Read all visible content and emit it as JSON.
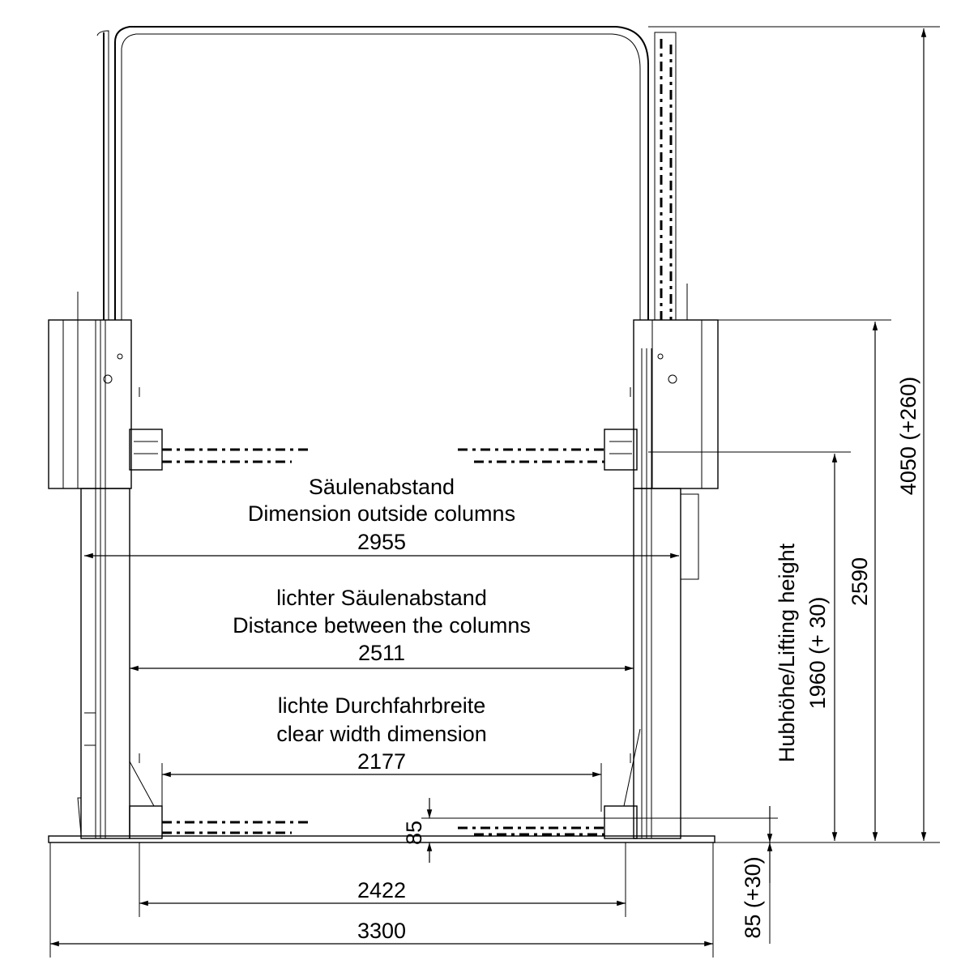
{
  "dimensions": {
    "outside_columns": {
      "label_de": "Säulenabstand",
      "label_en": "Dimension outside columns",
      "value": "2955"
    },
    "between_columns": {
      "label_de": "lichter Säulenabstand",
      "label_en": "Distance between the columns",
      "value": "2511"
    },
    "clear_width": {
      "label_de": "lichte Durchfahrbreite",
      "label_en": "clear width dimension",
      "value": "2177"
    },
    "base_inner": {
      "value": "2422"
    },
    "base_total": {
      "value": "3300"
    },
    "arm_height": {
      "value": "85"
    },
    "floor_offset": {
      "value": "85 (+30)"
    },
    "lifting_height": {
      "label": "Hubhöhe/Lifting height",
      "value": "1960 (+ 30)"
    },
    "column_height": {
      "value": "2590"
    },
    "total_height": {
      "value": "4050 (+260)"
    }
  }
}
